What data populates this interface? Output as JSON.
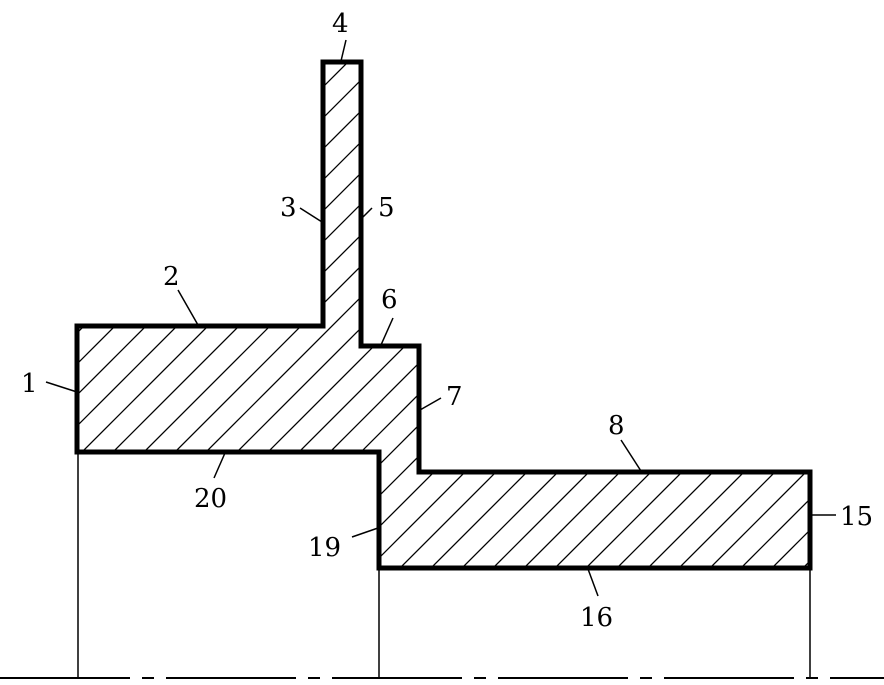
{
  "labels": {
    "l1": "1",
    "l2": "2",
    "l3": "3",
    "l4": "4",
    "l5": "5",
    "l6": "6",
    "l7": "7",
    "l8": "8",
    "l15": "15",
    "l16": "16",
    "l19": "19",
    "l20": "20"
  },
  "colors": {
    "stroke": "#000000",
    "background": "#ffffff"
  }
}
